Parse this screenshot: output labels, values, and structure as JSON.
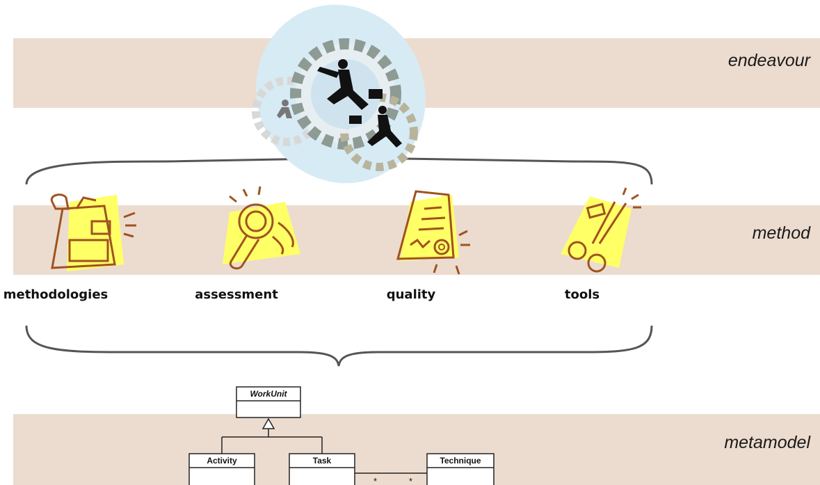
{
  "layers": {
    "endeavour": "endeavour",
    "method": "method",
    "metamodel": "metamodel"
  },
  "method_items": [
    "methodologies",
    "assessment",
    "quality",
    "tools"
  ],
  "metamodel_classes": {
    "workunit": "WorkUnit",
    "activity": "Activity",
    "task": "Task",
    "technique": "Technique"
  },
  "multiplicities": [
    "*",
    "*"
  ],
  "colors": {
    "band": "#ecdccf",
    "icon_fill": "#ffff66",
    "icon_stroke": "#a0521e",
    "brace": "#555555"
  }
}
